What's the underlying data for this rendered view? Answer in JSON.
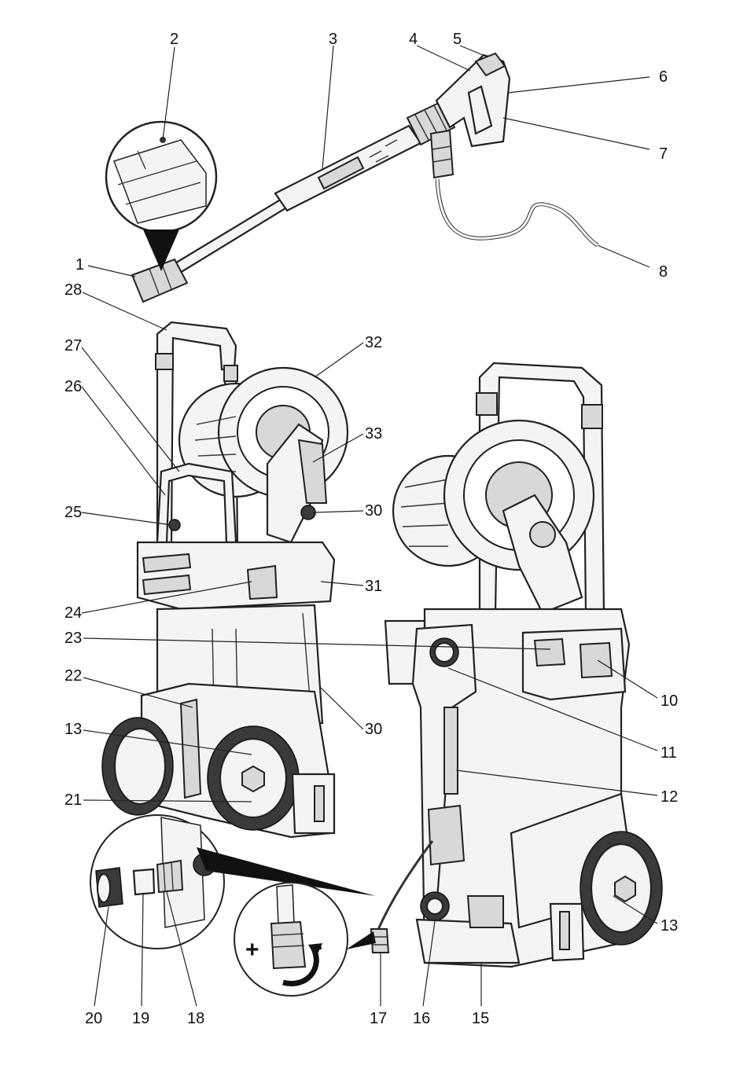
{
  "callouts": [
    {
      "key": "n1",
      "text": "1"
    },
    {
      "key": "n2",
      "text": "2"
    },
    {
      "key": "n3",
      "text": "3"
    },
    {
      "key": "n4",
      "text": "4"
    },
    {
      "key": "n5",
      "text": "5"
    },
    {
      "key": "n6",
      "text": "6"
    },
    {
      "key": "n7",
      "text": "7"
    },
    {
      "key": "n8",
      "text": "8"
    },
    {
      "key": "n10",
      "text": "10"
    },
    {
      "key": "n11",
      "text": "11"
    },
    {
      "key": "n12",
      "text": "12"
    },
    {
      "key": "n13a",
      "text": "13"
    },
    {
      "key": "n13b",
      "text": "13"
    },
    {
      "key": "n15",
      "text": "15"
    },
    {
      "key": "n16",
      "text": "16"
    },
    {
      "key": "n17",
      "text": "17"
    },
    {
      "key": "n18",
      "text": "18"
    },
    {
      "key": "n19",
      "text": "19"
    },
    {
      "key": "n20",
      "text": "20"
    },
    {
      "key": "n21",
      "text": "21"
    },
    {
      "key": "n22",
      "text": "22"
    },
    {
      "key": "n23",
      "text": "23"
    },
    {
      "key": "n24",
      "text": "24"
    },
    {
      "key": "n25",
      "text": "25"
    },
    {
      "key": "n26",
      "text": "26"
    },
    {
      "key": "n27",
      "text": "27"
    },
    {
      "key": "n28",
      "text": "28"
    },
    {
      "key": "n30a",
      "text": "30"
    },
    {
      "key": "n30b",
      "text": "30"
    },
    {
      "key": "n31",
      "text": "31"
    },
    {
      "key": "n32",
      "text": "32"
    },
    {
      "key": "n33",
      "text": "33"
    }
  ],
  "pressure_symbols": {
    "plus": "+",
    "minus": "-"
  }
}
